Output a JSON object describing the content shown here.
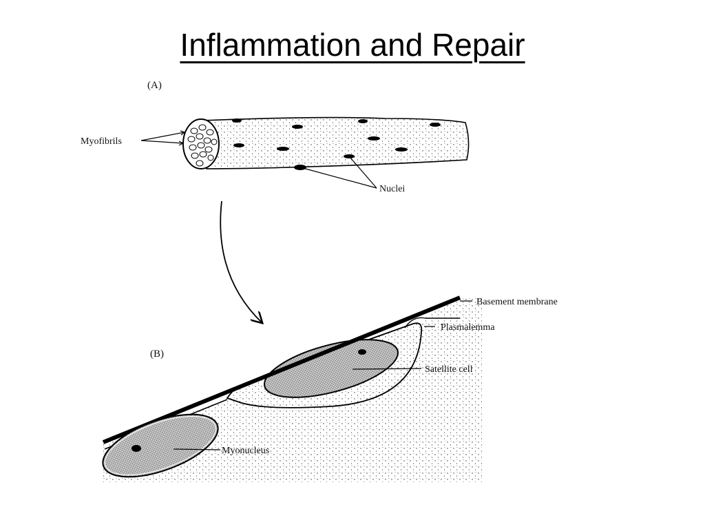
{
  "title": "Inflammation and Repair",
  "panels": {
    "a": "(A)",
    "b": "(B)"
  },
  "labels": {
    "myofibrils": "Myofibrils",
    "nuclei": "Nuclei",
    "basement_membrane": "Basement membrane",
    "plasmalemma": "Plasmalemma",
    "satellite_cell": "Satellite cell",
    "myonucleus": "Myonucleus"
  }
}
